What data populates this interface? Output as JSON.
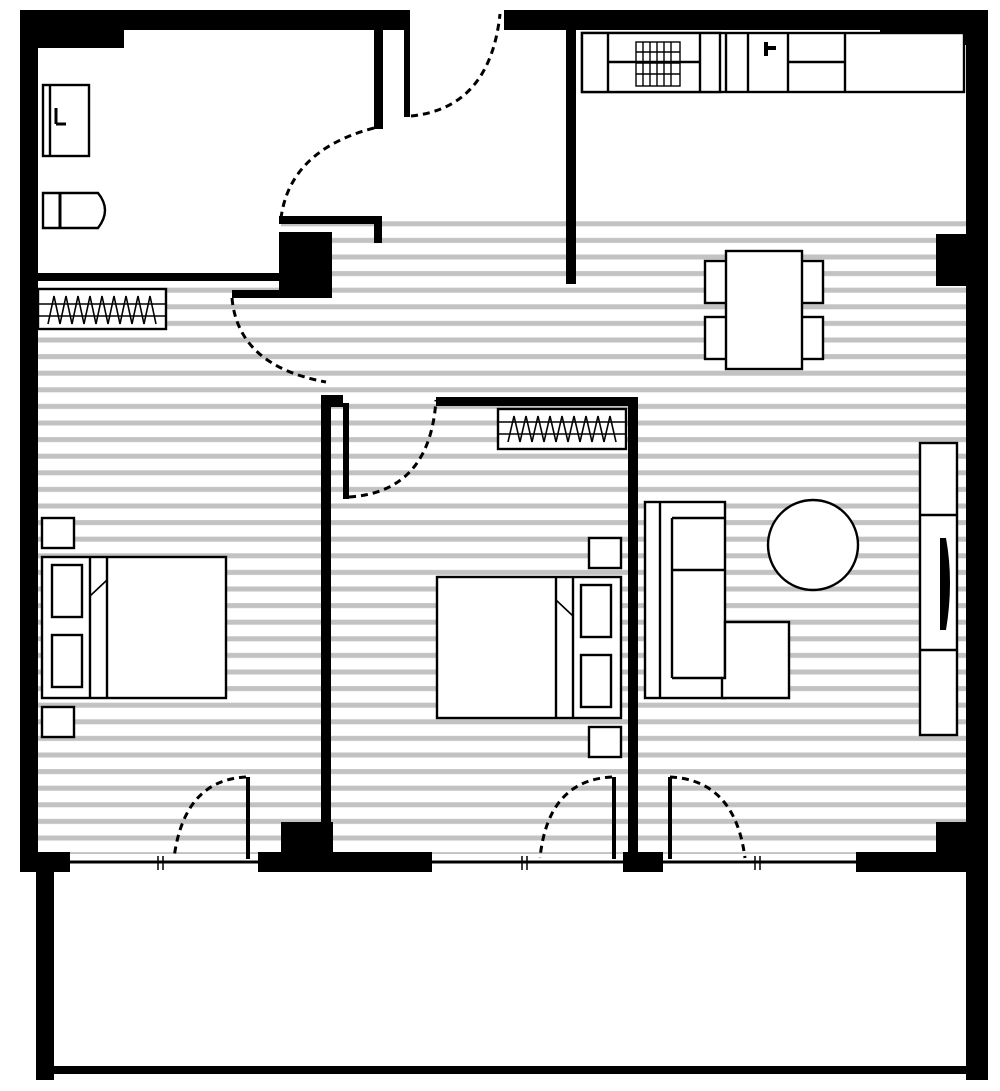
{
  "plan": {
    "colors": {
      "wall": "#000000",
      "floor_stripe": "#c2c2c2",
      "background": "#ffffff"
    },
    "rooms": [
      "bathroom",
      "hall",
      "kitchen",
      "living-dining",
      "bedroom-1",
      "bedroom-2",
      "balcony"
    ],
    "fixtures": [
      "sink-icon",
      "toilet-icon",
      "wardrobe-icon",
      "double-bed-icon",
      "nightstand-icon",
      "dining-table-icon",
      "chair-icon",
      "sofa-icon",
      "round-table-icon",
      "tv-unit-icon",
      "kitchen-counter-icon",
      "cooktop-icon",
      "faucet-icon"
    ]
  }
}
